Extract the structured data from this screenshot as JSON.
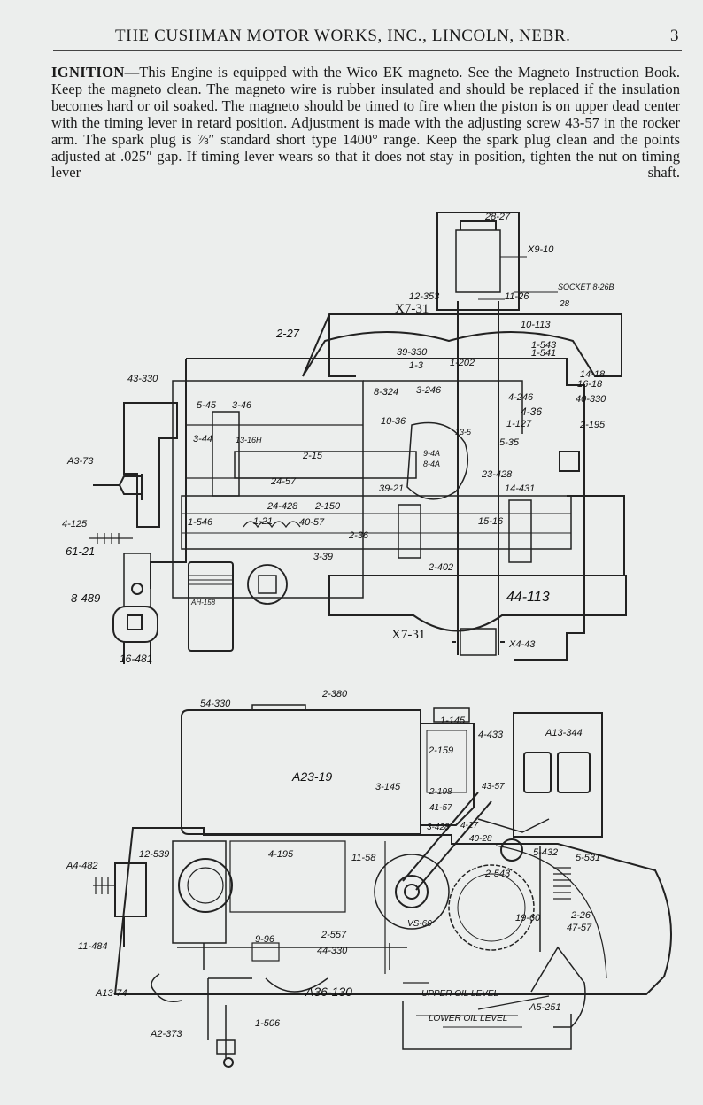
{
  "header": {
    "title": "THE CUSHMAN MOTOR WORKS, INC., LINCOLN, NEBR.",
    "page_number": "3"
  },
  "ignition": {
    "heading": "IGNITION",
    "text": "—This Engine is equipped with the Wico EK magneto. See the Magneto Instruction Book. Keep the magneto clean. The magneto wire is rubber insulated and should be replaced if the insulation becomes hard or oil soaked. The magneto should be timed to fire when the piston is on upper dead center with the timing lever in retard position. Adjustment is made with the adjusting screw 43-57 in the rocker arm. The spark plug is ⅞″ standard short type 1400° range. Keep the spark plug clean and the points adjusted at .025″ gap. If timing lever wears so that it does not stay in position, tighten the nut on timing lever shaft."
  },
  "figure_top": {
    "labels": [
      "28-27",
      "X9-10",
      "12-353",
      "11-26",
      "X7-31",
      "SOCKET 8-26B",
      "28",
      "2-27",
      "10-113",
      "1-543",
      "1-541",
      "39-330",
      "1-202",
      "1-3",
      "3-246",
      "14-18",
      "16-18",
      "43-330",
      "8-324",
      "4-246",
      "4-36",
      "40-330",
      "5-45",
      "3-46",
      "10-36",
      "1-127",
      "2-195",
      "13-5",
      "3-44",
      "13-16H",
      "5-35",
      "2-15",
      "9-4A",
      "8-4A",
      "A3-73",
      "24-57",
      "23-428",
      "14-431",
      "39-21",
      "24-428",
      "2-150",
      "1-546",
      "1-21",
      "40-57",
      "4-125",
      "2-36",
      "15-16",
      "61-21",
      "3-39",
      "2-402",
      "44-113",
      "8-489",
      "AH-158",
      "X7-31",
      "X4-43",
      "16-481"
    ]
  },
  "figure_bottom": {
    "labels": [
      "54-330",
      "2-380",
      "1-145",
      "4-433",
      "A13-344",
      "2-159",
      "A23-19",
      "3-145",
      "2-198",
      "43-57",
      "41-57",
      "3-428",
      "4-27",
      "40-28",
      "12-539",
      "A4-482",
      "4-195",
      "11-58",
      "5-432",
      "5-531",
      "2-543",
      "VS-60",
      "19-60",
      "2-26",
      "47-57",
      "2-557",
      "11-484",
      "9-96",
      "44-330",
      "A13-74",
      "A36-130",
      "UPPER OIL LEVEL",
      "A5-251",
      "LOWER OIL LEVEL",
      "1-506",
      "A2-373"
    ]
  }
}
